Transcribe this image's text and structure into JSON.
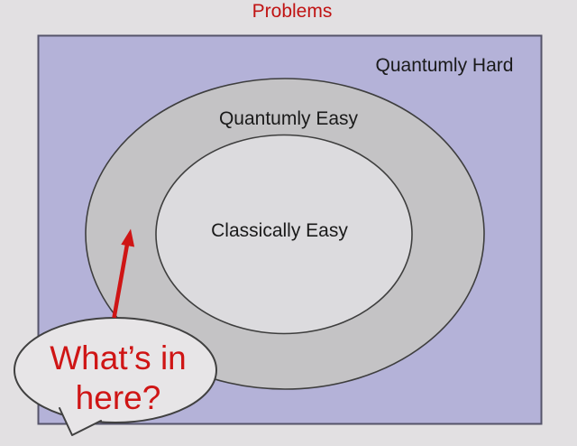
{
  "slide": {
    "title": "Problems"
  },
  "diagram": {
    "outer_region_label": "Quantumly Hard",
    "middle_region_label": "Quantumly Easy",
    "inner_region_label": "Classically Easy"
  },
  "speech_bubble": {
    "line1": "What’s in",
    "line2": "here?"
  },
  "colors": {
    "page_background": "#e2e0e2",
    "rect_fill": "#b4b2d8",
    "rect_stroke": "#55546a",
    "outer_ellipse_fill": "#c4c3c5",
    "inner_ellipse_fill": "#dcdbde",
    "ellipse_stroke": "#3e3e3e",
    "bubble_fill": "#e7e5e7",
    "bubble_stroke": "#404040",
    "title_red": "#c01313",
    "accent_red": "#cf1515",
    "label_color": "#1a1a1a"
  }
}
